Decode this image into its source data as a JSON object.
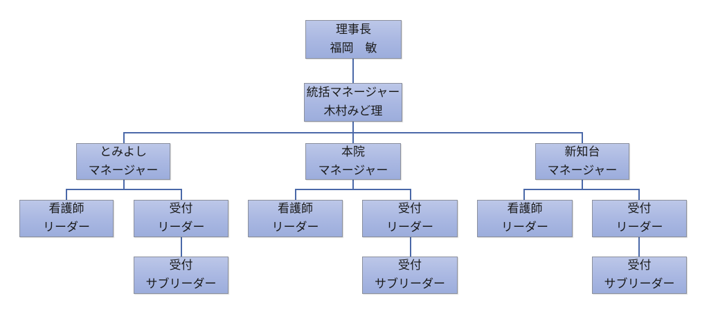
{
  "org_chart": {
    "root": {
      "line1": "理事長",
      "line2": "福岡　敏"
    },
    "general_manager": {
      "line1": "統括マネージャー",
      "line2": "木村みど理"
    },
    "branches": [
      {
        "manager": {
          "line1": "とみよし",
          "line2": "マネージャー"
        },
        "nurse_leader": {
          "line1": "看護師",
          "line2": "リーダー"
        },
        "reception_leader": {
          "line1": "受付",
          "line2": "リーダー"
        },
        "reception_sub_leader": {
          "line1": "受付",
          "line2": "サブリーダー"
        }
      },
      {
        "manager": {
          "line1": "本院",
          "line2": "マネージャー"
        },
        "nurse_leader": {
          "line1": "看護師",
          "line2": "リーダー"
        },
        "reception_leader": {
          "line1": "受付",
          "line2": "リーダー"
        },
        "reception_sub_leader": {
          "line1": "受付",
          "line2": "サブリーダー"
        }
      },
      {
        "manager": {
          "line1": "新知台",
          "line2": "マネージャー"
        },
        "nurse_leader": {
          "line1": "看護師",
          "line2": "リーダー"
        },
        "reception_leader": {
          "line1": "受付",
          "line2": "リーダー"
        },
        "reception_sub_leader": {
          "line1": "受付",
          "line2": "サブリーダー"
        }
      }
    ],
    "colors": {
      "box_fill": "#aab8e2",
      "connector": "#4a68a8",
      "box_border": "#8a8f9c"
    }
  }
}
